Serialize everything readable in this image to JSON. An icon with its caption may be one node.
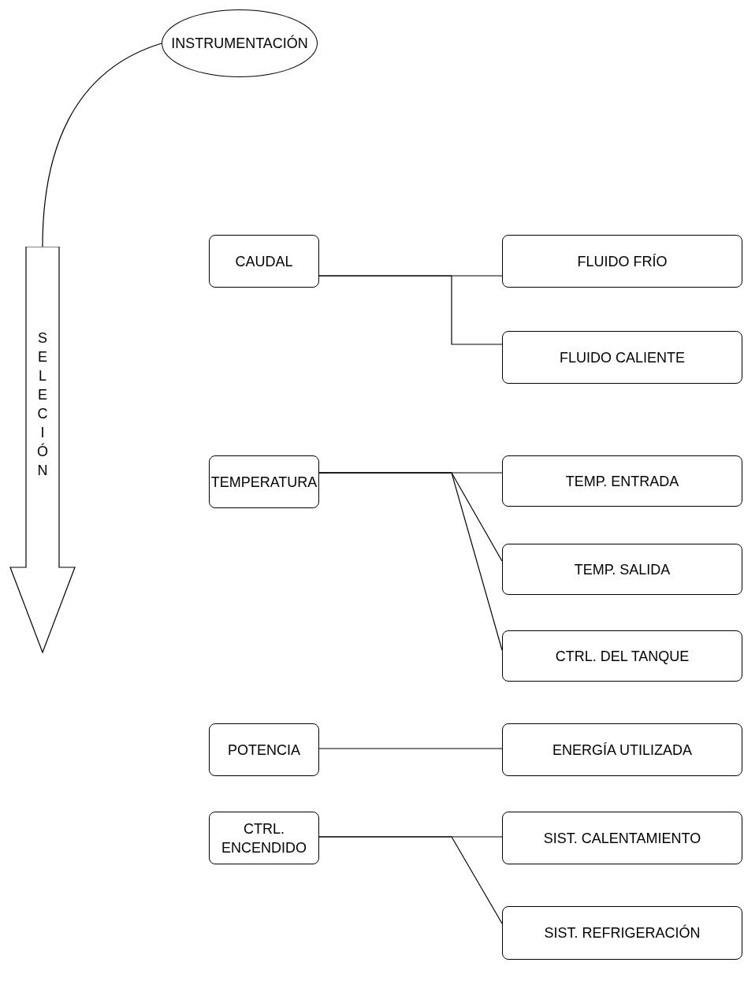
{
  "diagram": {
    "nodes": [
      {
        "text": [
          "INSTRUMENTACIÓN"
        ]
      },
      {
        "text": [
          "SELECIÓN"
        ]
      },
      {
        "text": [
          "CAUDAL"
        ]
      },
      {
        "text": [
          "FLUIDO FRÍO"
        ]
      },
      {
        "text": [
          "FLUIDO CALIENTE"
        ]
      },
      {
        "text": [
          "TEMPERATURA"
        ]
      },
      {
        "text": [
          "TEMP. ENTRADA"
        ]
      },
      {
        "text": [
          "TEMP. SALIDA"
        ]
      },
      {
        "text": [
          "CTRL. DEL TANQUE"
        ]
      },
      {
        "text": [
          "POTENCIA"
        ]
      },
      {
        "text": [
          "ENERGÍA UTILIZADA"
        ]
      },
      {
        "text": [
          "CTRL. ENCENDIDO"
        ]
      },
      {
        "text": [
          "SIST. CALENTAMIENTO"
        ]
      },
      {
        "text": [
          "SIST. REFRIGERACIÓN"
        ]
      }
    ],
    "edges": [
      {
        "from": 0,
        "to": 1,
        "arrow": "none"
      },
      {
        "from": 2,
        "to": 3,
        "arrow": "none"
      },
      {
        "from": 2,
        "to": 4,
        "arrow": "none"
      },
      {
        "from": 5,
        "to": 6,
        "arrow": "none"
      },
      {
        "from": 5,
        "to": 7,
        "arrow": "none"
      },
      {
        "from": 5,
        "to": 8,
        "arrow": "none"
      },
      {
        "from": 9,
        "to": 10,
        "arrow": "none"
      },
      {
        "from": 11,
        "to": 12,
        "arrow": "none"
      },
      {
        "from": 11,
        "to": 13,
        "arrow": "none"
      }
    ]
  }
}
